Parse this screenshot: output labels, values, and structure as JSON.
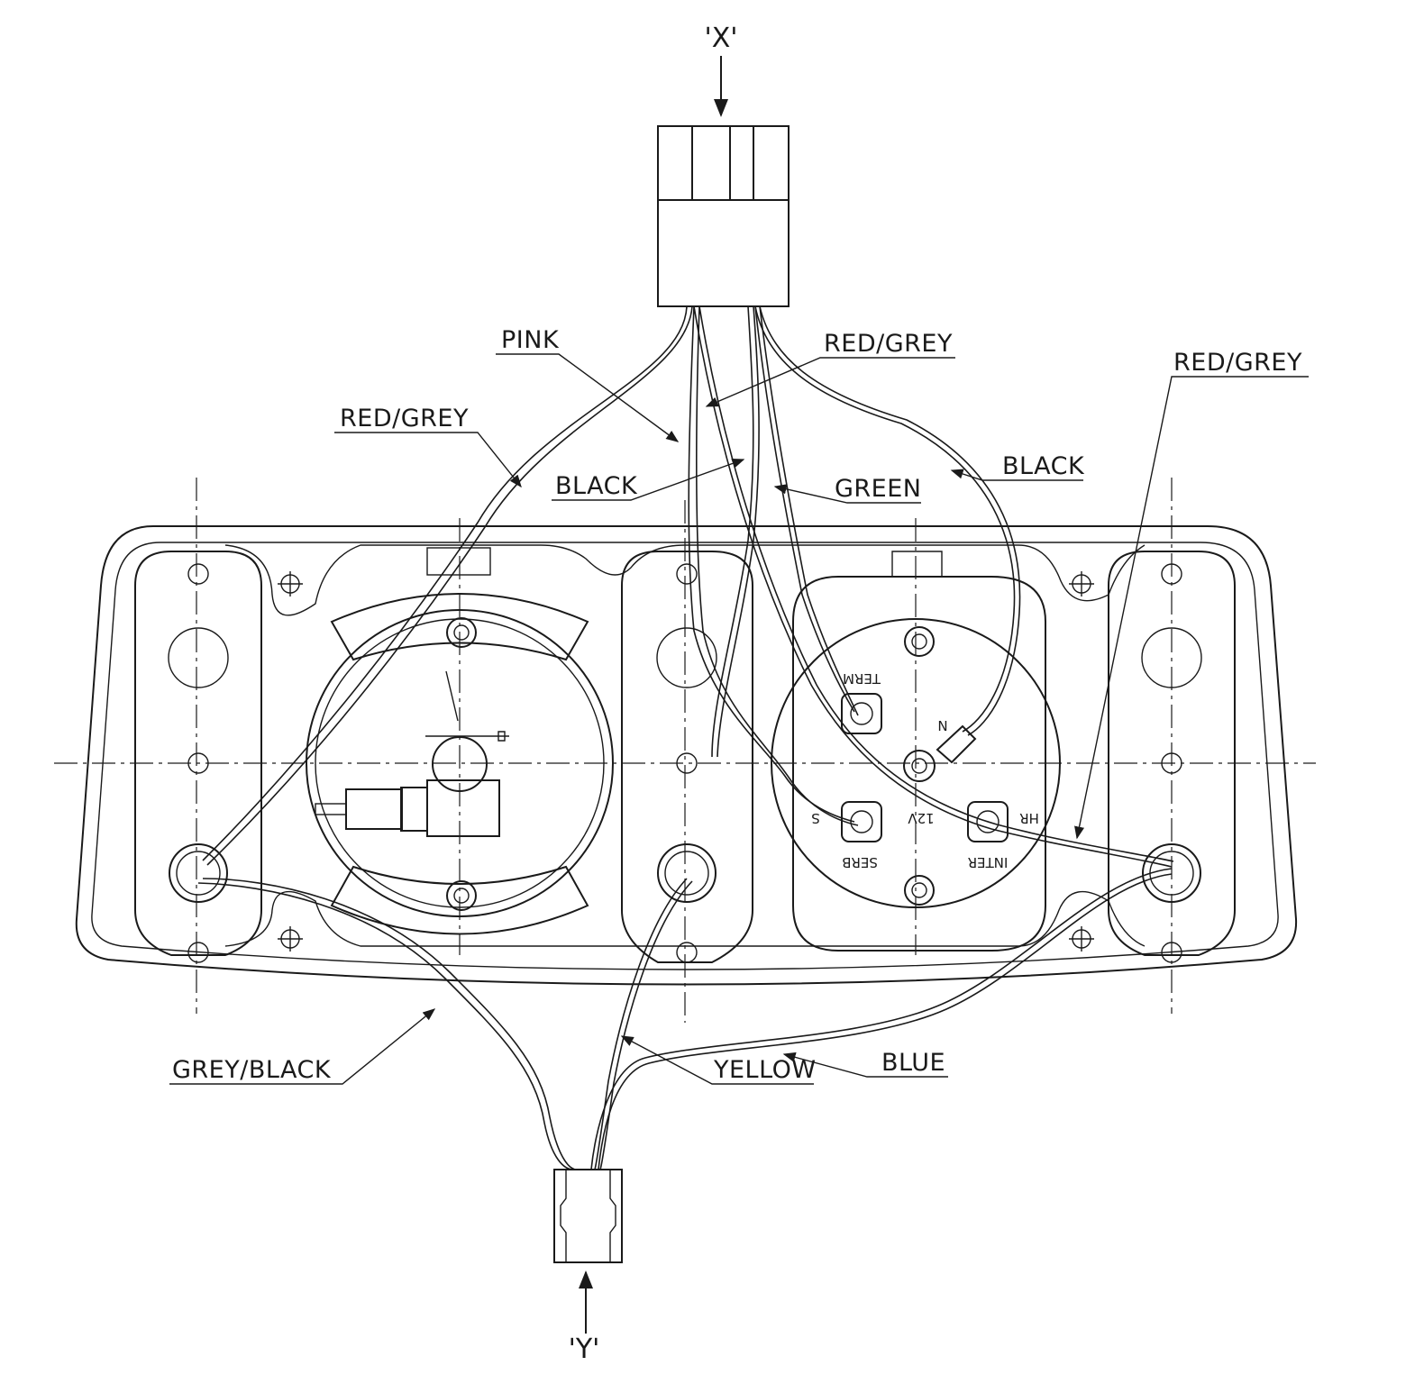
{
  "connectors": {
    "top_marker": "'X'",
    "bottom_marker": "'Y'"
  },
  "wire_labels": {
    "pink": "PINK",
    "red_grey_center": "RED/GREY",
    "red_grey_right": "RED/GREY",
    "red_grey_left": "RED/GREY",
    "black_left": "BLACK",
    "green": "GREEN",
    "black_right": "BLACK",
    "grey_black": "GREY/BLACK",
    "yellow": "YELLOW",
    "blue": "BLUE"
  },
  "gauge_terminals": {
    "term": "TERM",
    "n": "N",
    "s": "S",
    "twelve_v": "12V",
    "hr": "HR",
    "serb": "SERB",
    "inter": "INTER"
  }
}
